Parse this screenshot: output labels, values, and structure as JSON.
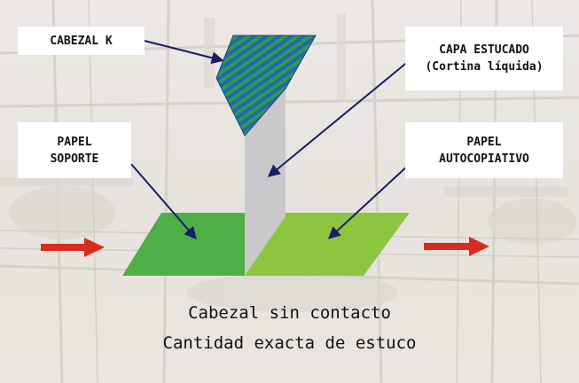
{
  "labels": {
    "cabezal_k": [
      "CABEZAL K"
    ],
    "capa_estucado": [
      "CAPA ESTUCADO",
      "(Cortina líquida)"
    ],
    "papel_soporte": [
      "PAPEL",
      "SOPORTE"
    ],
    "papel_autocopiativo": [
      "PAPEL",
      "AUTOCOPIATIVO"
    ]
  },
  "captions": [
    "Cabezal sin contacto",
    "Cantidad exacta de estuco"
  ],
  "colors": {
    "paper_support": "#4fae45",
    "paper_coated": "#8cc63f",
    "curtain": "#c9c9cb",
    "head_blue": "#2167b3",
    "head_green": "#2f9a4e",
    "pointer_arrow": "#1c1a6b",
    "flow_arrow": "#d92b1e"
  },
  "icons": [
    "flow-arrow-in-icon",
    "flow-arrow-out-icon"
  ]
}
